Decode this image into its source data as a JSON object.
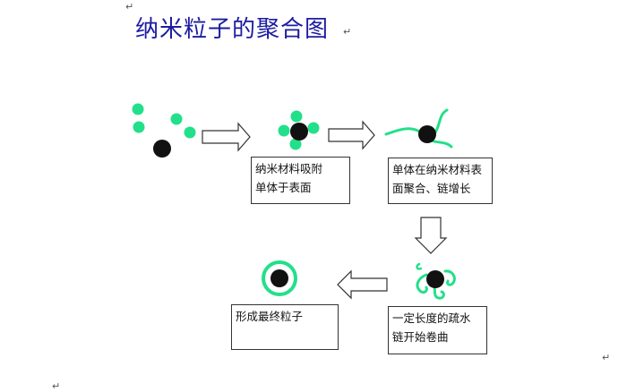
{
  "title": "纳米粒子的聚合图",
  "paragraph_mark": "↵",
  "steps": [
    {
      "line1": "纳米材料吸附",
      "line2": "单体于表面"
    },
    {
      "line1": "单体在纳米材料表",
      "line2": "面聚合、链增长"
    },
    {
      "line1": "一定长度的疏水",
      "line2": "链开始卷曲"
    },
    {
      "line1": "形成最终粒子",
      "line2": ""
    }
  ],
  "colors": {
    "title": "#1c1ca0",
    "monomer": "#22e08a",
    "particle": "#111111",
    "arrow_stroke": "#333333"
  }
}
